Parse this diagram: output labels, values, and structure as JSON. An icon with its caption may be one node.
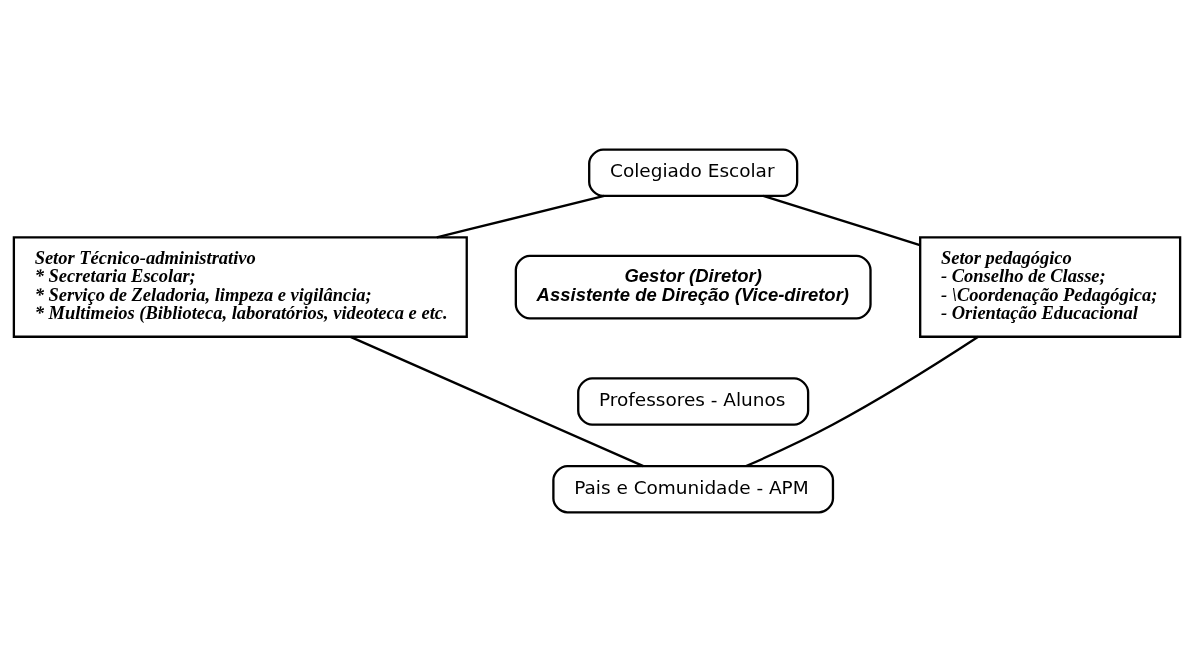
{
  "diagram": {
    "nodes": [
      {
        "text": [
          "Colegiado Escolar"
        ]
      },
      {
        "text": [
          "Gestor (Diretor)",
          "Assistente de Direção (Vice-diretor)"
        ]
      },
      {
        "text": [
          "Setor Técnico-administrativo",
          "* Secretaria Escolar;",
          "* Serviço de Zeladoria, limpeza e vigilância;",
          "* Multimeios (Biblioteca, laboratórios, videoteca e etc."
        ]
      },
      {
        "text": [
          "Setor pedagógico",
          "- Conselho de Classe;",
          "- \\Coordenação Pedagógica;",
          "- Orientação Educacional"
        ]
      },
      {
        "text": [
          "Professores - Alunos"
        ]
      },
      {
        "text": [
          "Pais e Comunidade - APM"
        ]
      }
    ],
    "edges": [
      {
        "from": 0,
        "to": 2,
        "arrow": "none"
      },
      {
        "from": 0,
        "to": 3,
        "arrow": "none"
      },
      {
        "from": 2,
        "to": 5,
        "arrow": "none"
      },
      {
        "from": 3,
        "to": 5,
        "arrow": "none"
      }
    ]
  }
}
